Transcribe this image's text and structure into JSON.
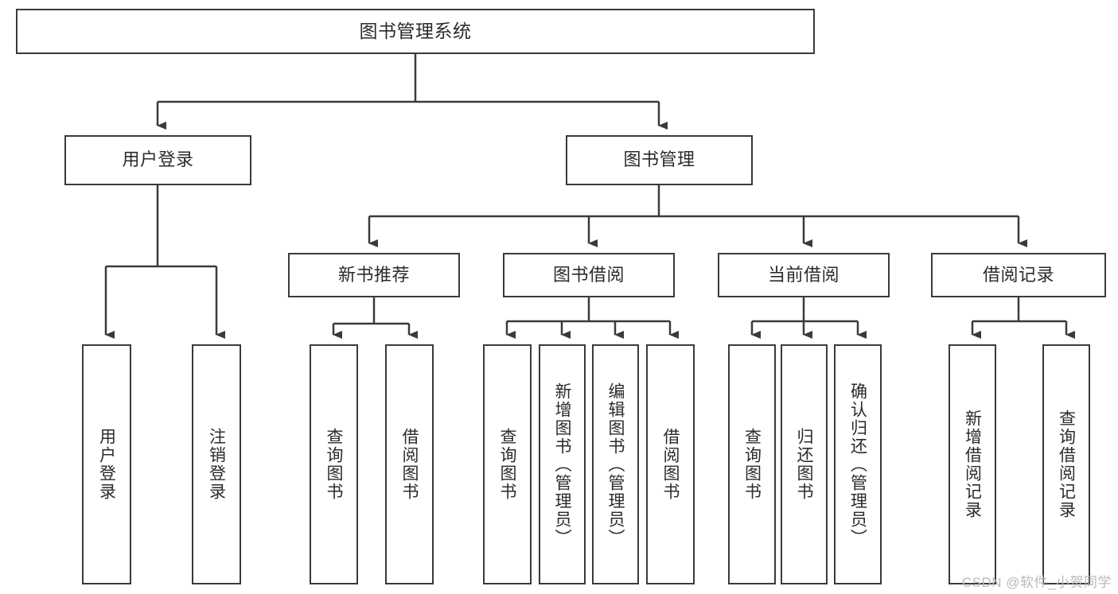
{
  "diagram": {
    "title": "图书管理系统",
    "type": "tree",
    "colors": {
      "box_border": "#3a3a3a",
      "box_fill": "#ffffff",
      "connector": "#3a3a3a",
      "text": "#2b2b2b",
      "background": "#ffffff",
      "watermark": "#b9b9b9"
    }
  },
  "nodes": {
    "root": {
      "label": "图书管理系统"
    },
    "level2": [
      {
        "id": "user-login",
        "label": "用户登录"
      },
      {
        "id": "book-management",
        "label": "图书管理"
      }
    ],
    "level3": [
      {
        "id": "new-book-recommend",
        "label": "新书推荐"
      },
      {
        "id": "book-borrow",
        "label": "图书借阅"
      },
      {
        "id": "current-borrow",
        "label": "当前借阅"
      },
      {
        "id": "borrow-record",
        "label": "借阅记录"
      }
    ],
    "leaves": {
      "user_login": [
        {
          "id": "leaf-user-login",
          "label": "用户登录"
        },
        {
          "id": "leaf-logout-login",
          "label": "注销登录"
        }
      ],
      "new_book_recommend": [
        {
          "id": "leaf-query-book-1",
          "label": "查询图书"
        },
        {
          "id": "leaf-borrow-book-1",
          "label": "借阅图书"
        }
      ],
      "book_borrow": [
        {
          "id": "leaf-query-book-2",
          "label": "查询图书"
        },
        {
          "id": "leaf-add-book",
          "label": "新增图书（管理员）"
        },
        {
          "id": "leaf-edit-book",
          "label": "编辑图书（管理员）"
        },
        {
          "id": "leaf-borrow-book-2",
          "label": "借阅图书"
        }
      ],
      "current_borrow": [
        {
          "id": "leaf-query-book-3",
          "label": "查询图书"
        },
        {
          "id": "leaf-return-book",
          "label": "归还图书"
        },
        {
          "id": "leaf-confirm-return",
          "label": "确认归还（管理员）"
        }
      ],
      "borrow_record": [
        {
          "id": "leaf-add-record",
          "label": "新增借阅记录"
        },
        {
          "id": "leaf-query-record",
          "label": "查询借阅记录"
        }
      ]
    }
  },
  "watermark": {
    "text": "CSDN @软件_小贺同学"
  }
}
